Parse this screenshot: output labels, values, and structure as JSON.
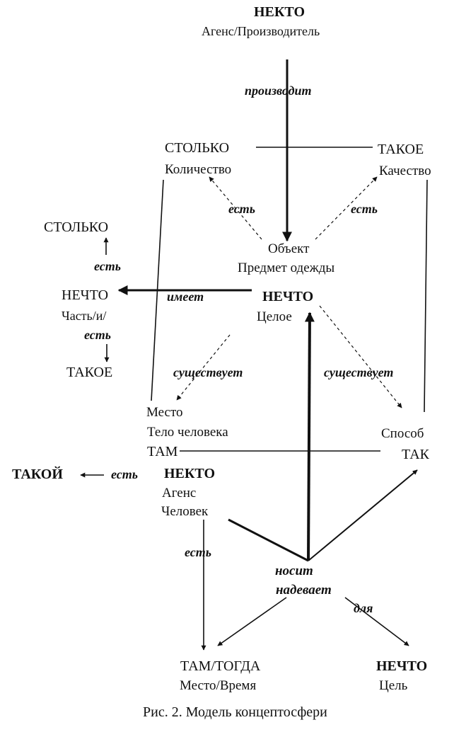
{
  "nodes": {
    "top_agent": {
      "title": "НЕКТО",
      "subtitle": "Агенс/Производитель"
    },
    "quantity": {
      "title": "СТОЛЬКО",
      "subtitle": "Количество"
    },
    "quality": {
      "title": "ТАКОЕ",
      "subtitle": "Качество"
    },
    "object": {
      "line1": "Объект",
      "line2": "Предмет одежды"
    },
    "part_stolko": "СТОЛЬКО",
    "part": {
      "title": "НЕЧТО",
      "subtitle": "Часть/и/"
    },
    "part_takoe": "ТАКОЕ",
    "whole": {
      "title": "НЕЧТО",
      "subtitle": "Целое"
    },
    "place": {
      "line1": "Место",
      "line2": "Тело человека",
      "line3": "ТАМ"
    },
    "manner": {
      "line1": "Способ",
      "line2": "ТАК"
    },
    "human_takoy": "ТАКОЙ",
    "human": {
      "title": "НЕКТО",
      "line2": "Агенс",
      "line3": "Человек"
    },
    "place_time": {
      "title": "ТАМ/ТОГДА",
      "subtitle": "Место/Время"
    },
    "goal": {
      "title": "НЕЧТО",
      "subtitle": "Цель"
    }
  },
  "relations": {
    "produces": "производит",
    "is_quantity": "есть",
    "is_quality": "есть",
    "part_is_stolko": "есть",
    "part_is_takoe": "есть",
    "has": "имеет",
    "exists_place": "существует",
    "exists_manner": "существует",
    "human_is_takoy": "есть",
    "human_is_place_time": "есть",
    "wears": "носит",
    "puts_on": "надевает",
    "for": "для"
  },
  "caption": "Рис. 2. Модель концептосфери"
}
